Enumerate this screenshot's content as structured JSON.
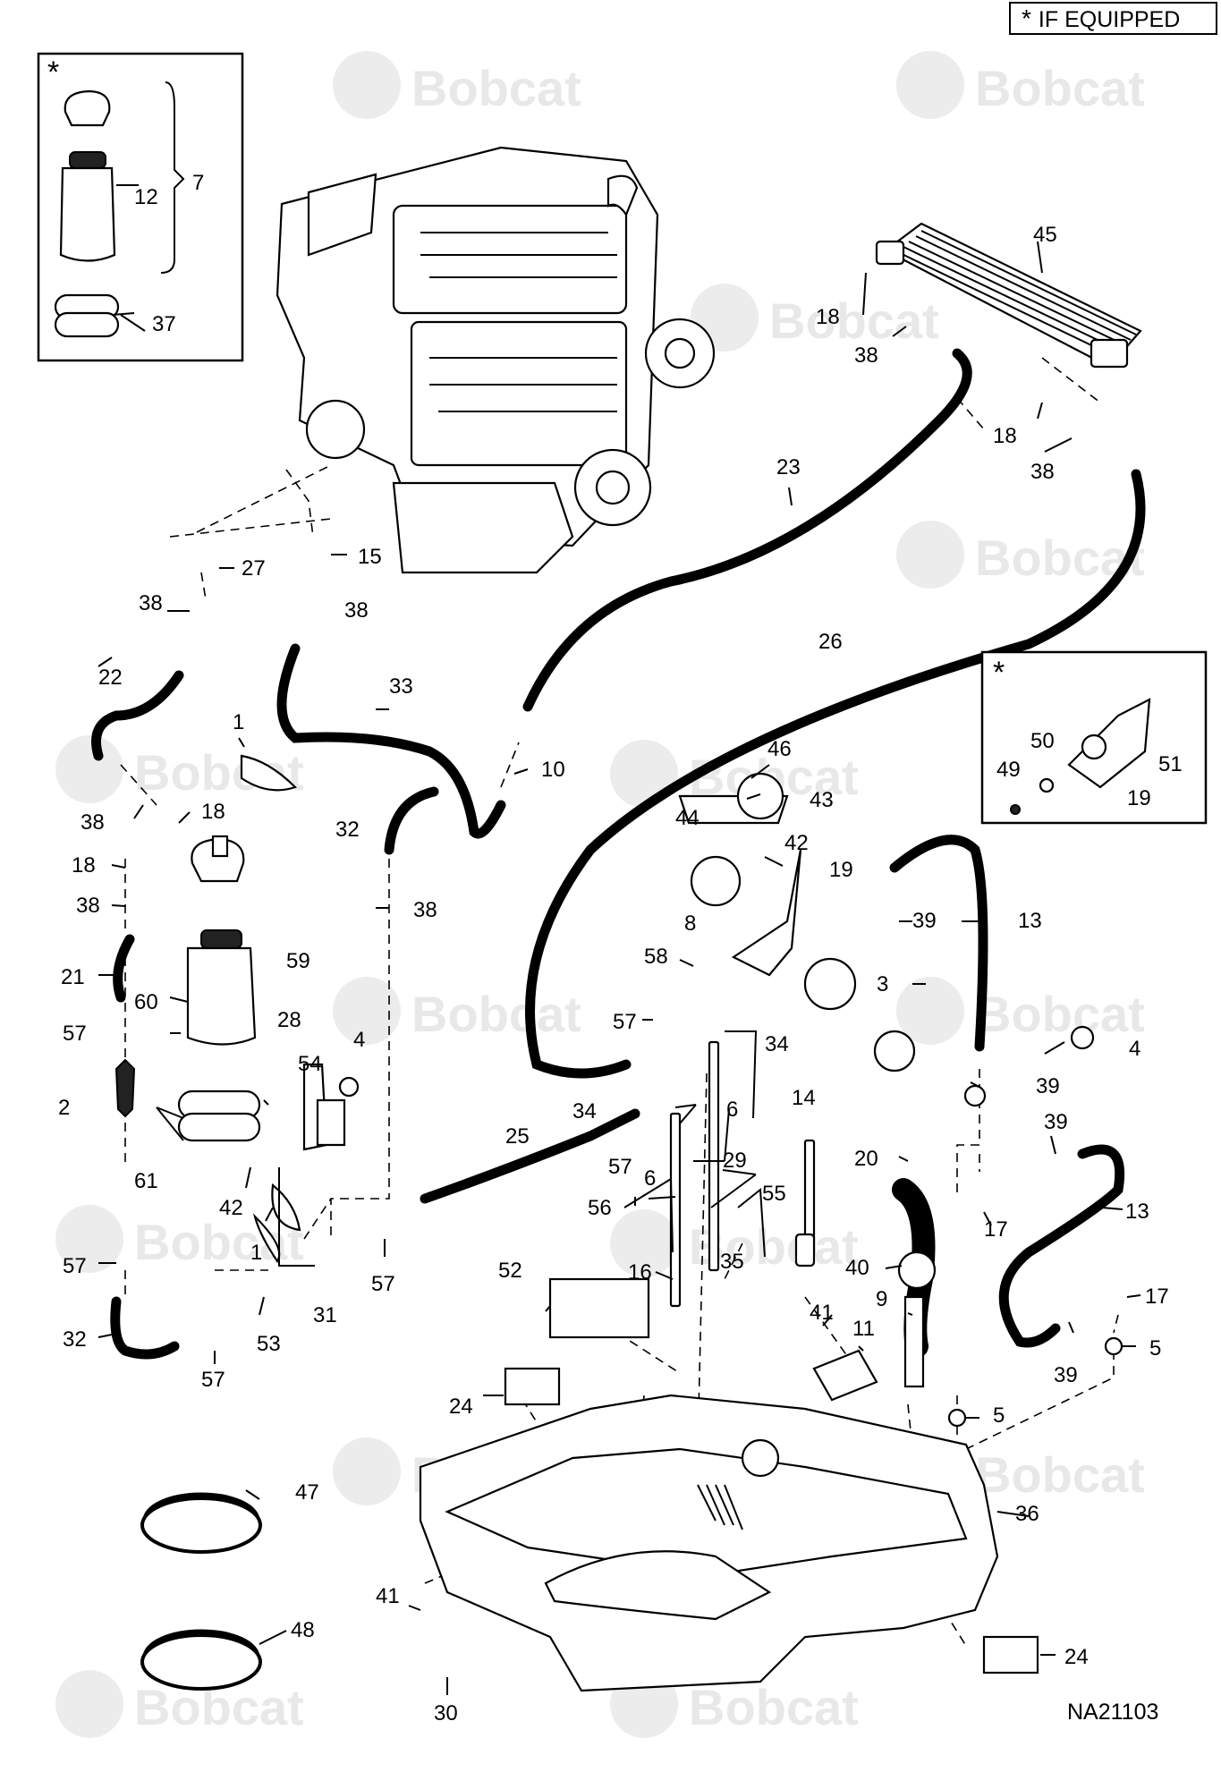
{
  "legend": {
    "star": "*",
    "text": "IF EQUIPPED"
  },
  "drawing_number": "NA21103",
  "watermark_text": "Bobcat",
  "inset_filter": {
    "star": "*"
  },
  "inset_bracket": {
    "star": "*"
  },
  "callouts": {
    "c7": "7",
    "c12": "12",
    "c37": "37",
    "c45": "45",
    "c18a": "18",
    "c38a": "38",
    "c18b": "18",
    "c38b": "38",
    "c23": "23",
    "c27": "27",
    "c15": "15",
    "c38c": "38",
    "c38d": "38",
    "c22": "22",
    "c33": "33",
    "c1a": "1",
    "c10": "10",
    "c26": "26",
    "c38e": "38",
    "c18c": "18",
    "c32a": "32",
    "c18d": "18",
    "c38f": "38",
    "c38g": "38",
    "c59": "59",
    "c21": "21",
    "c60": "60",
    "c57a": "57",
    "c2": "2",
    "c28": "28",
    "c54": "54",
    "c4a": "4",
    "c61": "61",
    "c42a": "42",
    "c1b": "1",
    "c57b": "57",
    "c32b": "32",
    "c31": "31",
    "c53": "53",
    "c57c": "57",
    "c57d": "57",
    "c46": "46",
    "c43": "43",
    "c44": "44",
    "c42b": "42",
    "c19a": "19",
    "c8": "8",
    "c39a": "39",
    "c13a": "13",
    "c58": "58",
    "c3": "3",
    "c57e": "57",
    "c34a": "34",
    "c34b": "34",
    "c6a": "6",
    "c14": "14",
    "c25": "25",
    "c57f": "57",
    "c6b": "6",
    "c29": "29",
    "c56": "56",
    "c55": "55",
    "c35": "35",
    "c16": "16",
    "c20": "20",
    "c4b": "4",
    "c39b": "39",
    "c39c": "39",
    "c17a": "17",
    "c13b": "13",
    "c40": "40",
    "c52": "52",
    "c9": "9",
    "c41a": "41",
    "c11": "11",
    "c17b": "17",
    "c5a": "5",
    "c39d": "39",
    "c24a": "24",
    "c5b": "5",
    "c36": "36",
    "c47": "47",
    "c48": "48",
    "c41b": "41",
    "c30": "30",
    "c24b": "24",
    "c49": "49",
    "c50": "50",
    "c51": "51",
    "c19b": "19"
  }
}
